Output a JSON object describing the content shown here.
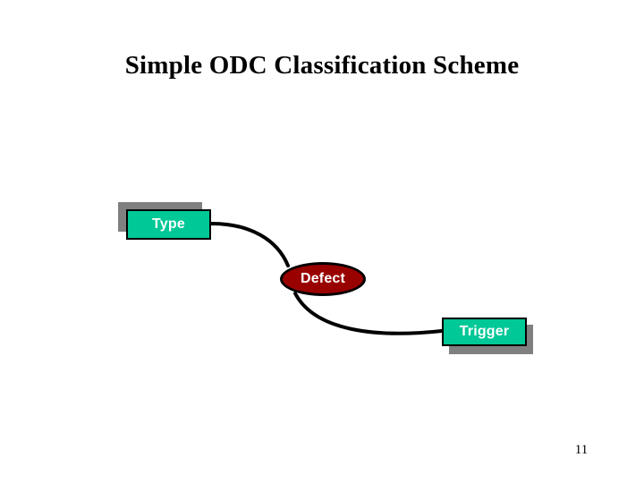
{
  "slide": {
    "title": "Simple ODC Classification Scheme",
    "page_number": "11",
    "background_color": "#ffffff"
  },
  "colors": {
    "node_fill_green": "#00c896",
    "node_fill_red": "#990000",
    "node_border": "#000000",
    "shadow": "#808080",
    "label_text": "#ffffff",
    "connector": "#000000",
    "title_text": "#000000"
  },
  "diagram": {
    "type": "flow-diagram",
    "nodes": [
      {
        "id": "type",
        "label": "Type",
        "shape": "rectangle",
        "fill": "#00c896",
        "text_color": "#ffffff",
        "shadow_offset": "up-left"
      },
      {
        "id": "defect",
        "label": "Defect",
        "shape": "ellipse",
        "fill": "#990000",
        "text_color": "#ffffff",
        "shadow_offset": "none"
      },
      {
        "id": "trigger",
        "label": "Trigger",
        "shape": "rectangle",
        "fill": "#00c896",
        "text_color": "#ffffff",
        "shadow_offset": "down-right"
      }
    ],
    "connectors": [
      {
        "id": "type-defect",
        "from": "type",
        "to": "defect",
        "style": "curve",
        "color": "#000000"
      },
      {
        "id": "defect-trigger",
        "from": "defect",
        "to": "trigger",
        "style": "curve",
        "color": "#000000"
      }
    ]
  }
}
